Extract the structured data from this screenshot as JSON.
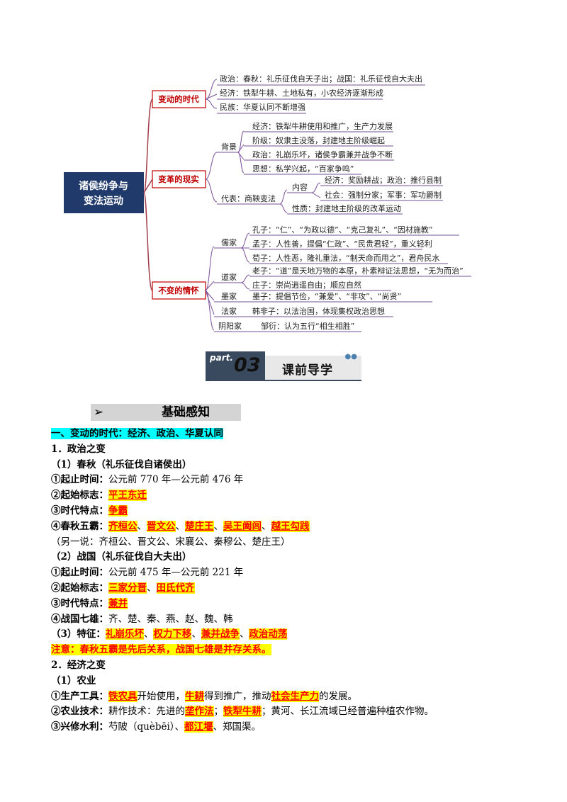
{
  "mindmap": {
    "root": [
      "诸侯纷争与",
      "变法运动"
    ],
    "branches": [
      {
        "title": "变动的时代",
        "items": [
          "政治：春秋：礼乐征伐自天子出；战国：礼乐征伐自大夫出",
          "经济：铁犁牛耕、土地私有，小农经济逐渐形成",
          "民族：华夏认同不断增强"
        ]
      },
      {
        "title": "变革的现实",
        "groups": [
          {
            "label": "背景",
            "items": [
              "经济：铁犁牛耕使用和推广，生产力发展",
              "阶级：奴隶主没落，封建地主阶级崛起",
              "政治：礼崩乐坏，诸侯争霸兼并战争不断",
              "思想：私学兴起，“百家争鸣”"
            ]
          },
          {
            "label": "代表：商鞅变法",
            "sublabel": "内容",
            "items": [
              "经济：奖励耕战；政治：推行县制",
              "社会：强制分家；军事：军功爵制"
            ],
            "extra": "性质：封建地主阶级的改革运动"
          }
        ]
      },
      {
        "title": "不变的情怀",
        "groups": [
          {
            "label": "儒家",
            "items": [
              "孔子：“仁”、“为政以德”、“克己复礼”、“因材施教”",
              "孟子：人性善，提倡“仁政”、“民贵君轻”，重义轻利",
              "荀子：人性恶，隆礼重法，“制天命而用之”，君舟民水"
            ]
          },
          {
            "label": "道家",
            "items": [
              "老子：“道”是天地万物的本原，朴素辩证法思想，“无为而治”",
              "庄子：崇尚逍遥自由；顺应自然"
            ]
          },
          {
            "label": "墨家",
            "items": [
              "墨子：提倡节俭，“兼爱”、“非攻”、“尚贤”"
            ]
          },
          {
            "label": "法家",
            "items": [
              "韩非子：以法治国，体现集权政治思想"
            ]
          },
          {
            "label": "阴阳家",
            "items": [
              "邹衍：认为五行“相生相胜”"
            ]
          }
        ]
      }
    ]
  },
  "banner": {
    "word": "part.",
    "num": "03",
    "title": "课前导学",
    "dots": "●●"
  },
  "section": {
    "arrow": "➢",
    "title": "基础感知"
  },
  "lines": {
    "h1": "一、变动的时代：经济、政治、华夏认同",
    "p1": "1．政治之变",
    "s1": "（1）春秋（礼乐征伐自诸侯出）",
    "a1_label": "①起止时间：",
    "a1_text": "公元前 770 年—公元前 476 年",
    "a2_label": "②起始标志：",
    "a2_hl": "平王东迁",
    "a3_label": "③时代特点：",
    "a3_hl": "争霸",
    "a4_label": "④春秋五霸：",
    "a4_items": [
      "齐桓公",
      "晋文公",
      "楚庄王",
      "吴王阖闾",
      "越王勾践"
    ],
    "a4_sep": "、",
    "a5": "（另一说：齐桓公、晋文公、宋襄公、秦穆公、楚庄王）",
    "s2": "（2）战国（礼乐征伐自大夫出）",
    "b1_label": "①起止时间：",
    "b1_text": "公元前 475 年—公元前 221 年",
    "b2_label": "②起始标志：",
    "b2_items": [
      "三家分晋",
      "田氏代齐"
    ],
    "b3_label": "③时代特点：",
    "b3_hl": "兼并",
    "b4_label": "④战国七雄：",
    "b4_text": "齐、楚、秦、燕、赵、魏、韩",
    "s3_label": "（3）特征：",
    "s3_items": [
      "礼崩乐坏",
      "权力下移",
      "兼并战争",
      "政治动荡"
    ],
    "note": "注意：春秋五霸是先后关系，战国七雄是并存关系。",
    "p2": "2．经济之变",
    "s4": "（1）农业",
    "c1_label": "①生产工具：",
    "c1_hl1": "铁农具",
    "c1_t1": "开始使用，",
    "c1_hl2": "牛耕",
    "c1_t2": "得到推广，推动",
    "c1_hl3": "社会生产力",
    "c1_t3": "的发展。",
    "c2_label": "②农业技术：",
    "c2_t1": "耕作技术：先进的",
    "c2_hl1": "垄作法",
    "c2_t2": "；",
    "c2_hl2": "铁犁牛耕",
    "c2_t3": "；黄河、长江流域已经普遍种植农作物。",
    "c3_label": "③兴修水利：",
    "c3_t1": "芍陂（quèbēi）、",
    "c3_hl1": "都江堰",
    "c3_t2": "、郑国渠。"
  }
}
